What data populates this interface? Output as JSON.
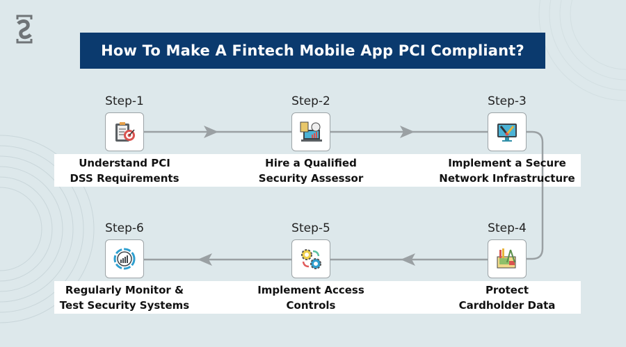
{
  "title": "How To Make A Fintech Mobile App PCI Compliant?",
  "colors": {
    "banner": "#0b3a6e",
    "background": "#dde8eb",
    "connector": "#9aa0a3"
  },
  "steps": [
    {
      "label": "Step-1",
      "line1": "Understand PCI",
      "line2": "DSS Requirements",
      "icon": "clipboard-target-icon"
    },
    {
      "label": "Step-2",
      "line1": "Hire a Qualified",
      "line2": "Security Assessor",
      "icon": "laptop-analytics-icon"
    },
    {
      "label": "Step-3",
      "line1": "Implement a Secure",
      "line2": "Network Infrastructure",
      "icon": "monitor-tools-icon"
    },
    {
      "label": "Step-4",
      "line1": "Protect",
      "line2": "Cardholder Data",
      "icon": "blueprint-tools-icon"
    },
    {
      "label": "Step-5",
      "line1": "Implement Access",
      "line2": "Controls",
      "icon": "gears-cycle-icon"
    },
    {
      "label": "Step-6",
      "line1": "Regularly Monitor &",
      "line2": "Test Security Systems",
      "icon": "monitoring-chart-icon"
    }
  ]
}
